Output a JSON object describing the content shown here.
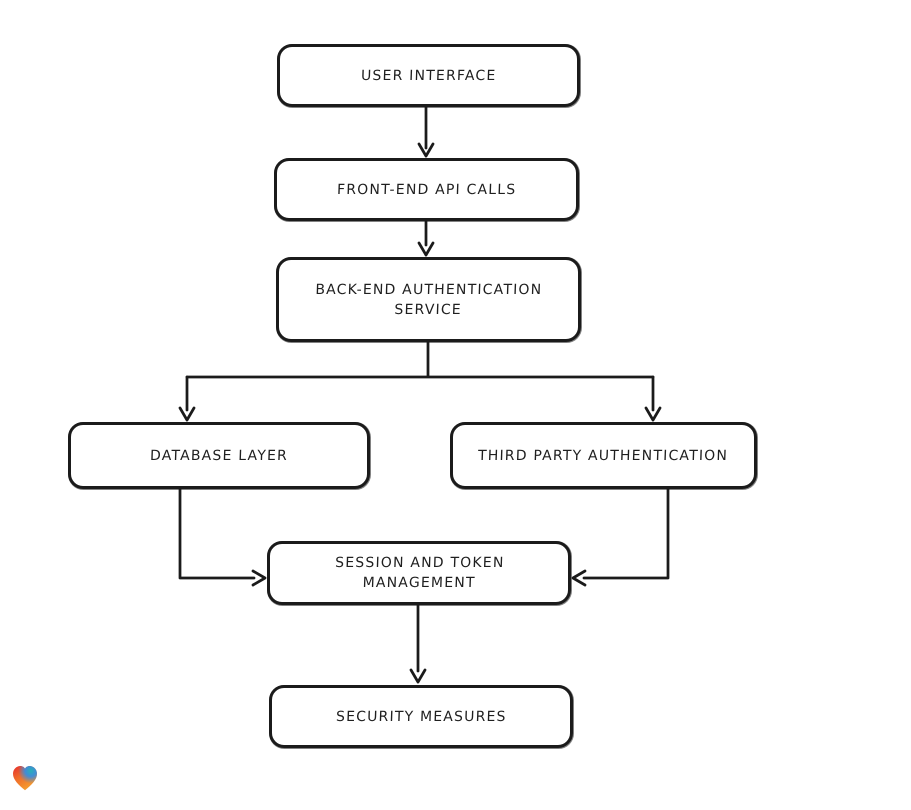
{
  "diagram": {
    "type": "flowchart",
    "style": "hand-drawn",
    "colors": {
      "background": "#ffffff",
      "node_fill": "#ffffff",
      "stroke": "#1b1b1b",
      "text": "#1f1f1f"
    },
    "nodes": [
      {
        "id": "user-interface",
        "label": "USER INTERFACE"
      },
      {
        "id": "front-end-api-calls",
        "label": "FRONT-END API CALLS"
      },
      {
        "id": "back-end-authentication-service",
        "label": "BACK-END AUTHENTICATION SERVICE"
      },
      {
        "id": "database-layer",
        "label": "DATABASE LAYER"
      },
      {
        "id": "third-party-authentication",
        "label": "THIRD PARTY AUTHENTICATION"
      },
      {
        "id": "session-and-token-management",
        "label": "SESSION AND TOKEN MANAGEMENT"
      },
      {
        "id": "security-measures",
        "label": "SECURITY MEASURES"
      }
    ],
    "edges": [
      {
        "from": "user-interface",
        "to": "front-end-api-calls"
      },
      {
        "from": "front-end-api-calls",
        "to": "back-end-authentication-service"
      },
      {
        "from": "back-end-authentication-service",
        "to": "database-layer"
      },
      {
        "from": "back-end-authentication-service",
        "to": "third-party-authentication"
      },
      {
        "from": "database-layer",
        "to": "session-and-token-management"
      },
      {
        "from": "third-party-authentication",
        "to": "session-and-token-management"
      },
      {
        "from": "session-and-token-management",
        "to": "security-measures"
      }
    ],
    "logo": {
      "name": "gradient-heart",
      "colors": [
        "#e62e2e",
        "#27b0b8",
        "#2f8fe8",
        "#f59a2e"
      ]
    }
  }
}
